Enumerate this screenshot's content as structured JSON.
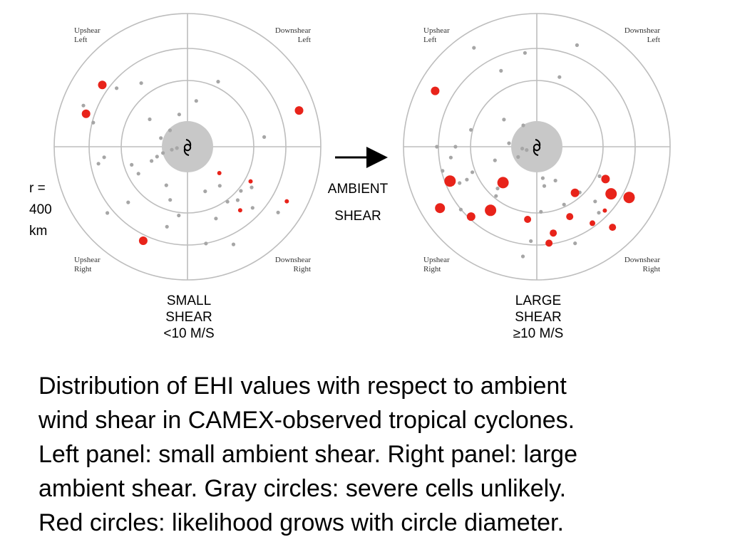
{
  "radius_label": [
    "r =",
    "400",
    "km"
  ],
  "ambient_label": [
    "AMBIENT",
    "SHEAR"
  ],
  "cyclone_symbol": "tropical-cyclone-icon",
  "colors": {
    "gray_dot": "#a6a6a6",
    "red_dot": "#e8231a",
    "ring": "#bdbdbd",
    "eye": "#c8c8c8"
  },
  "panels": [
    {
      "id": "small",
      "quadrants": {
        "upper_left": [
          "Upshear",
          "Left"
        ],
        "upper_right": [
          "Downshear",
          "Left"
        ],
        "lower_left": [
          "Upshear",
          "Right"
        ],
        "lower_right": [
          "Downshear",
          "Right"
        ]
      },
      "labels": [
        "SMALL",
        "SHEAR",
        "<10 M/S"
      ],
      "gray_points": [
        [
          0.35,
          0.22
        ],
        [
          0.54,
          0.18
        ],
        [
          0.58,
          0.02
        ],
        [
          0.08,
          0.52
        ],
        [
          0.18,
          0.38
        ],
        [
          0.33,
          0.67
        ],
        [
          0.42,
          0.58
        ],
        [
          0.59,
          0.35
        ],
        [
          0.68,
          0.53
        ],
        [
          0.84,
          0.44
        ],
        [
          0.78,
          0.61
        ],
        [
          0.69,
          0.39
        ],
        [
          0.52,
          0.73
        ],
        [
          0.73,
          0.46
        ],
        [
          0.61,
          0.62
        ],
        [
          0.51,
          0.85
        ],
        [
          0.21,
          0.45
        ],
        [
          0.24,
          0.55
        ],
        [
          0.19,
          0.54
        ],
        [
          0.35,
          0.4
        ],
        [
          0.25,
          0.29
        ],
        [
          0.12,
          0.53
        ],
        [
          0.36,
          0.81
        ],
        [
          0.58,
          0.81
        ],
        [
          0.29,
          0.56
        ],
        [
          0.44,
          0.55
        ],
        [
          0.42,
          0.7
        ],
        [
          0.38,
          0.86
        ],
        [
          0.62,
          0.71
        ],
        [
          0.74,
          0.78
        ],
        [
          0.81,
          0.82
        ],
        [
          0.57,
          0.91
        ],
        [
          0.52,
          0.89
        ],
        [
          0.55,
          0.87
        ],
        [
          0.67,
          0.88
        ],
        [
          0.84,
          0.9
        ],
        [
          0.63,
          0.52
        ]
      ],
      "red_points": [
        [
          0.62,
          0.86,
          3
        ],
        [
          0.31,
          0.89,
          3
        ],
        [
          0.54,
          0.92,
          3
        ],
        [
          0.78,
          0.68,
          6
        ],
        [
          0.79,
          0.4,
          6
        ],
        [
          0.8,
          0.45,
          6
        ],
        [
          0.85,
          0.92,
          3
        ],
        [
          0.88,
          1.05,
          6
        ]
      ]
    },
    {
      "id": "large",
      "quadrants": {
        "upper_left": [
          "Upshear",
          "Left"
        ],
        "upper_right": [
          "Downshear",
          "Left"
        ],
        "lower_left": [
          "Upshear",
          "Right"
        ],
        "lower_right": [
          "Downshear",
          "Right"
        ]
      },
      "labels": [
        "LARGE",
        "SHEAR",
        "≥10 M/S"
      ],
      "gray_points": [
        [
          0.55,
          0.2
        ],
        [
          0.19,
          0.34
        ],
        [
          0.75,
          0.5
        ],
        [
          0.71,
          0.27
        ],
        [
          0.63,
          0.32
        ],
        [
          0.64,
          0.57
        ],
        [
          0.32,
          0.39
        ],
        [
          0.48,
          0.64
        ],
        [
          0.16,
          0.58
        ],
        [
          0.11,
          0.52
        ],
        [
          0.58,
          0.57
        ],
        [
          0.78,
          0.81
        ],
        [
          0.71,
          0.74
        ],
        [
          0.73,
          0.54
        ],
        [
          0.83,
          0.73
        ],
        [
          0.6,
          0.88
        ],
        [
          0.48,
          0.82
        ],
        [
          0.37,
          0.62
        ],
        [
          0.43,
          0.63
        ],
        [
          0.24,
          0.78
        ],
        [
          0.29,
          0.83
        ],
        [
          0.21,
          0.48
        ],
        [
          0.33,
          0.55
        ],
        [
          0.49,
          0.76
        ],
        [
          0.3,
          0.78
        ],
        [
          0.51,
          0.46
        ],
        [
          0.88,
          0.34
        ],
        [
          0.47,
          0.87
        ],
        [
          0.68,
          0.87
        ],
        [
          0.74,
          0.61
        ],
        [
          0.61,
          0.5
        ],
        [
          0.52,
          0.56
        ],
        [
          0.08,
          0.55
        ],
        [
          0.82,
          0.19
        ],
        [
          0.52,
          0.93
        ],
        [
          0.65,
          0.52
        ]
      ],
      "red_points": [
        [
          0.37,
          0.63,
          8
        ],
        [
          0.55,
          0.73,
          5
        ],
        [
          0.7,
          0.56,
          8
        ],
        [
          0.7,
          0.88,
          3
        ],
        [
          0.73,
          0.77,
          5
        ],
        [
          0.79,
          0.92,
          8
        ],
        [
          0.86,
          0.59,
          7
        ],
        [
          0.87,
          0.42,
          6
        ],
        [
          0.66,
          0.78,
          5
        ],
        [
          0.58,
          0.82,
          5
        ],
        [
          0.57,
          0.93,
          6
        ],
        [
          0.66,
          0.91,
          8
        ],
        [
          0.45,
          0.86,
          6
        ],
        [
          0.71,
          0.85,
          4
        ],
        [
          0.83,
          0.87,
          5
        ],
        [
          0.72,
          0.63,
          6
        ],
        [
          0.59,
          0.65,
          8
        ]
      ]
    }
  ],
  "caption": [
    "Distribution of EHI values with respect to ambient",
    "wind shear in CAMEX-observed tropical cyclones.",
    "Left panel: small ambient shear. Right panel: large",
    "ambient shear. Gray circles: severe cells unlikely.",
    "Red circles: likelihood grows with circle diameter."
  ]
}
